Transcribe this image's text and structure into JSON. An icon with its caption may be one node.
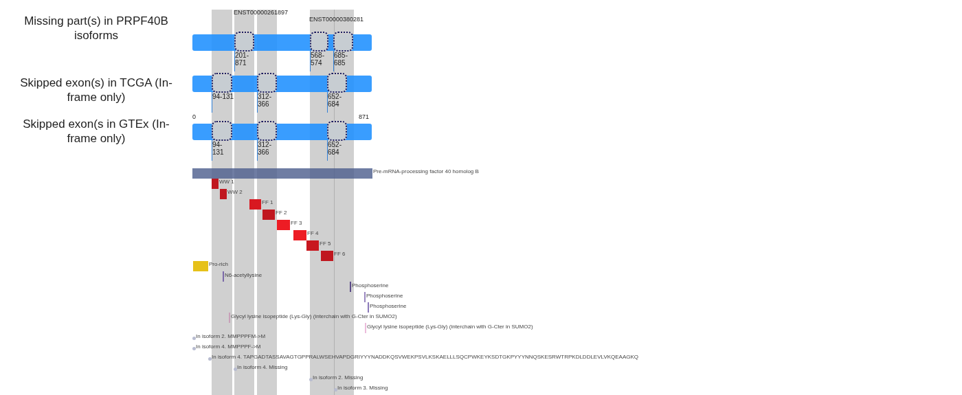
{
  "diagram": {
    "nodes": [
      {
        "text": [],
        "shape": "bar",
        "beside": [
          "Missing part(s) in PRPF40B isoforms"
        ]
      },
      {
        "text": [],
        "shape": "box",
        "in": 0,
        "beside": [
          "201-871"
        ]
      },
      {
        "text": [],
        "shape": "box",
        "in": 0,
        "beside": [
          "568-574"
        ]
      },
      {
        "text": [],
        "shape": "box",
        "in": 0,
        "beside": [
          "685-685"
        ]
      },
      {
        "text": [],
        "shape": "bar",
        "beside": [
          "Skipped exon(s) in TCGA (In-frame only)"
        ]
      },
      {
        "text": [],
        "shape": "box",
        "in": 4,
        "beside": [
          "94-131"
        ]
      },
      {
        "text": [],
        "shape": "box",
        "in": 4,
        "beside": [
          "312-366"
        ]
      },
      {
        "text": [],
        "shape": "box",
        "in": 4,
        "beside": [
          "652-684"
        ]
      },
      {
        "text": [],
        "shape": "bar",
        "beside": [
          "Skipped exon(s in GTEx (In-frame only)"
        ]
      },
      {
        "text": [],
        "shape": "box",
        "in": 8,
        "beside": [
          "94-131"
        ]
      },
      {
        "text": [],
        "shape": "box",
        "in": 8,
        "beside": [
          "312-366"
        ]
      },
      {
        "text": [],
        "shape": "box",
        "in": 8,
        "beside": [
          "652-684"
        ]
      },
      {
        "text": [],
        "shape": "bar",
        "beside": [
          "Pre-mRNA-processing factor 40 homolog B"
        ]
      },
      {
        "text": [],
        "shape": "bar",
        "beside": [
          "WW 1"
        ]
      },
      {
        "text": [],
        "shape": "bar",
        "beside": [
          "WW 2"
        ]
      },
      {
        "text": [],
        "shape": "bar",
        "beside": [
          "FF 1"
        ]
      },
      {
        "text": [],
        "shape": "bar",
        "beside": [
          "FF 2"
        ]
      },
      {
        "text": [],
        "shape": "bar",
        "beside": [
          "FF 3"
        ]
      },
      {
        "text": [],
        "shape": "bar",
        "beside": [
          "FF 4"
        ]
      },
      {
        "text": [],
        "shape": "bar",
        "beside": [
          "FF 5"
        ]
      },
      {
        "text": [],
        "shape": "bar",
        "beside": [
          "FF 6"
        ]
      },
      {
        "text": [],
        "shape": "bar",
        "beside": [
          "Pro-rich"
        ]
      },
      {
        "text": [],
        "shape": "bar",
        "beside": [
          "N6-acetyllysine"
        ]
      },
      {
        "text": [],
        "shape": "bar",
        "beside": [
          "Phosphoserine"
        ]
      },
      {
        "text": [],
        "shape": "bar",
        "beside": [
          "Phosphoserine"
        ]
      },
      {
        "text": [],
        "shape": "bar",
        "beside": [
          "Phosphoserine"
        ]
      },
      {
        "text": [],
        "shape": "bar",
        "beside": [
          "Glycyl lysine isopeptide (Lys-Gly) (interchain with G-Cter in SUMO2)"
        ]
      },
      {
        "text": [],
        "shape": "bar",
        "beside": [
          "Glycyl lysine isopeptide (Lys-Gly) (interchain with G-Cter in SUMO2)"
        ]
      },
      {
        "text": [],
        "shape": "circle",
        "beside": [
          "In isoform 2. MMPPPFM->M"
        ]
      },
      {
        "text": [],
        "shape": "circle",
        "beside": [
          "In isoform 4. MMPPPF->M"
        ]
      },
      {
        "text": [],
        "shape": "circle",
        "beside": [
          "In isoform 4. TAPGADTASSAVAGTGPPRALWSEHVAPDGRIYYYNADDKQSVWEKPSVLKSKAELLLSQCPWKEYKSDTGKPYYYNNQSKESRWTRPKDLDDLEVLVKQEAAGKQ"
        ]
      },
      {
        "text": [],
        "shape": "circle",
        "beside": [
          "In isoform 4. Missing"
        ]
      },
      {
        "text": [],
        "shape": "circle",
        "beside": [
          "In isoform 2. Missing"
        ]
      },
      {
        "text": [],
        "shape": "circle",
        "beside": [
          "In isoform 3. Missing"
        ]
      }
    ],
    "labels": [
      "ENST00000261897",
      "ENST00000380281",
      "0",
      "871"
    ]
  }
}
